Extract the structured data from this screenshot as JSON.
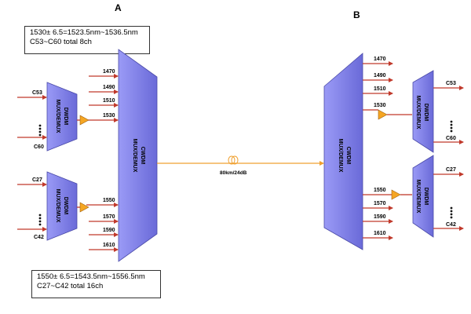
{
  "panels": {
    "a": "A",
    "b": "B"
  },
  "notes": {
    "top_line1": "1530± 6.5=1523.5nm~1536.5nm",
    "top_line2": "C53~C60 total 8ch",
    "bottom_line1": "1550± 6.5=1543.5nm~1556.5nm",
    "bottom_line2": "C27~C42 total 16ch"
  },
  "blocks": {
    "cwdm_line1": "CWDM",
    "cwdm_line2": "MUX/DEMUX",
    "dwdm_line1": "DWDM",
    "dwdm_line2": "MUX/DEMUX"
  },
  "left": {
    "wavelengths": [
      "1470",
      "1490",
      "1510",
      "1530",
      "1550",
      "1570",
      "1590",
      "1610"
    ],
    "dwdm_top": {
      "first": "C53",
      "last": "C60"
    },
    "dwdm_bottom": {
      "first": "C27",
      "last": "C42"
    }
  },
  "right": {
    "wavelengths": [
      "1470",
      "1490",
      "1510",
      "1530",
      "1550",
      "1570",
      "1590",
      "1610"
    ],
    "dwdm_top": {
      "first": "C53",
      "last": "C60"
    },
    "dwdm_bottom": {
      "first": "C27",
      "last": "C42"
    }
  },
  "fiber": {
    "label": "80km/24dB"
  },
  "colors": {
    "block_fill": "#8080f0",
    "block_fill_dark": "#5c5ccc",
    "arrow": "#c0392b",
    "fiber": "#f0a030",
    "amplifier": "#f5a623"
  }
}
